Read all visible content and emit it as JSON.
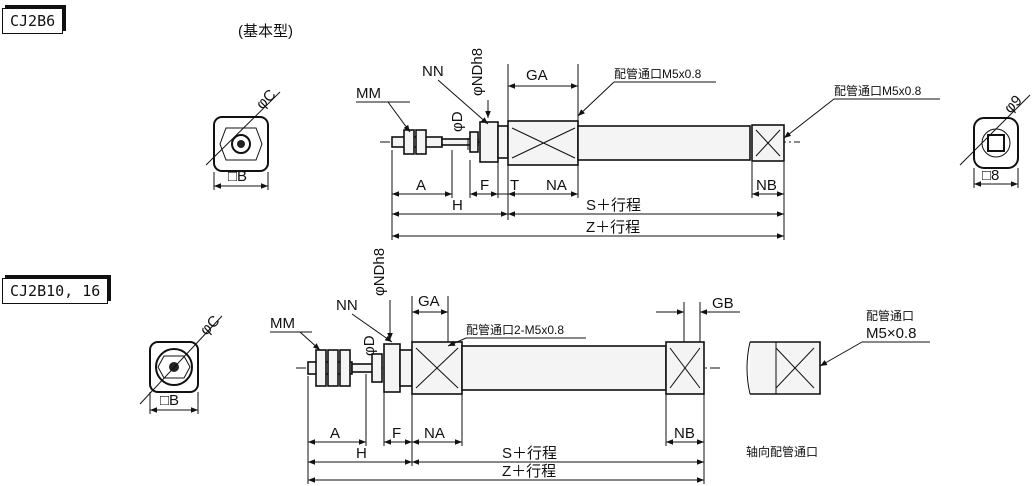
{
  "top": {
    "model": "CJ2B6",
    "type_label": "(基本型)",
    "labels": {
      "MM": "MM",
      "NN": "NN",
      "phiD": "φD",
      "phiNDh8": "φNDh8",
      "GA": "GA",
      "port1": "配管通口M5x0.8",
      "port2": "配管通口M5x0.8",
      "phiC": "φC",
      "squareB": "□B",
      "phi9": "φ9",
      "square8": "□8",
      "A": "A",
      "F": "F",
      "T": "T",
      "NA": "NA",
      "NB": "NB",
      "H": "H",
      "S_stroke": "S＋行程",
      "Z_stroke": "Z＋行程"
    }
  },
  "bottom": {
    "model": "CJ2B10, 16",
    "labels": {
      "phiNDh8": "φNDh8",
      "NN": "NN",
      "GA": "GA",
      "GB": "GB",
      "MM": "MM",
      "phiD": "φD",
      "port": "配管通口2-M5x0.8",
      "port_axial_1": "配管通口",
      "port_axial_2": "M5×0.8",
      "phiC": "φC",
      "squareB": "□B",
      "A": "A",
      "F": "F",
      "NA": "NA",
      "NB": "NB",
      "H": "H",
      "S_stroke": "S＋行程",
      "Z_stroke": "Z＋行程",
      "axial_port": "轴向配管通口"
    }
  }
}
